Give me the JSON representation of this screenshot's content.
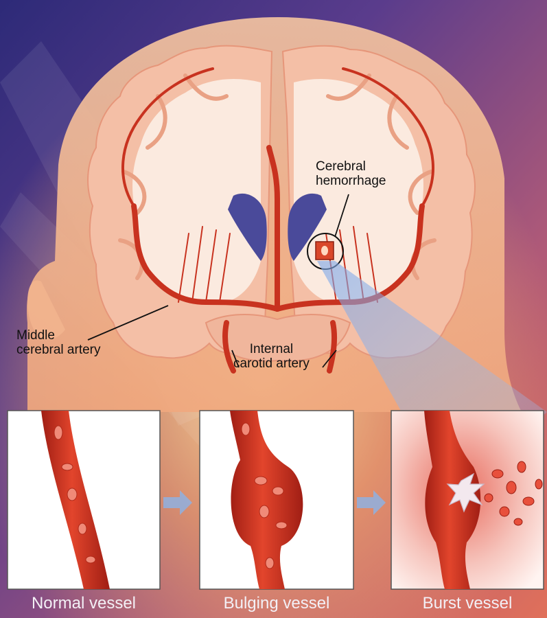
{
  "labels": {
    "cerebral_hemorrhage": [
      "Cerebral",
      "hemorrhage"
    ],
    "middle_cerebral_artery": [
      "Middle",
      "cerebral artery"
    ],
    "internal_carotid_artery": [
      "Internal",
      "carotid artery"
    ]
  },
  "panels": [
    {
      "caption": "Normal vessel"
    },
    {
      "caption": "Bulging vessel"
    },
    {
      "caption": "Burst vessel"
    }
  ],
  "colors": {
    "artery": "#c8321f",
    "brain_gray": "#f4bfa6",
    "brain_white": "#fbeadf",
    "background_dark": "#3c3280",
    "glow": "#f6b36a"
  }
}
